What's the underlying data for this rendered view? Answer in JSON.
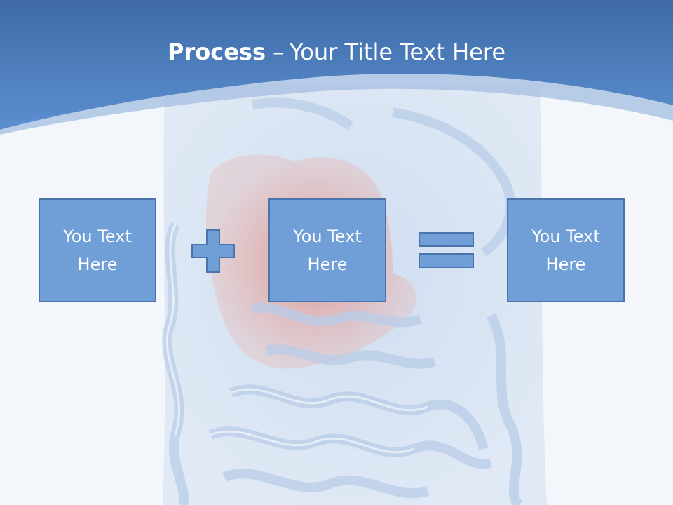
{
  "title": {
    "bold": "Process",
    "separator": "–",
    "rest": "Your Title Text Here"
  },
  "boxes": [
    {
      "text": "You Text Here"
    },
    {
      "text": "You Text Here"
    },
    {
      "text": "You Text Here"
    }
  ],
  "operators": [
    "plus",
    "equals"
  ],
  "colors": {
    "header_top": "#3f6daa",
    "header_bottom": "#5b8dcf",
    "box_fill": "#6f9fd6",
    "box_border": "#4a74aa",
    "organ_highlight": "#e0705f",
    "background": "#f3f7fb"
  }
}
